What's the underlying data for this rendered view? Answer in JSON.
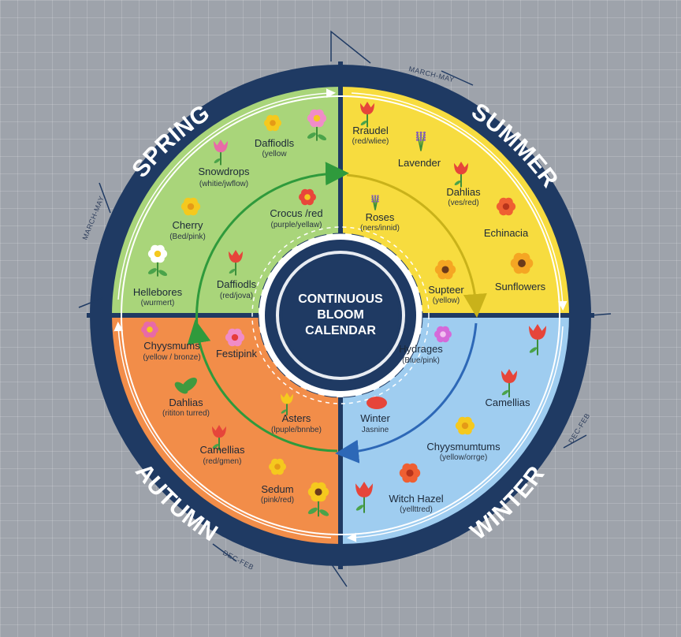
{
  "center": {
    "line1": "CONTINUOUS",
    "line2": "BLOOM",
    "line3": "CALENDAR"
  },
  "seasons": {
    "spring": "SPRING",
    "summer": "SUMMER",
    "autumn": "AUTUMN",
    "winter": "WINTER"
  },
  "month_ranges": {
    "top_right": "MARCH-MAY",
    "left": "MARCH-MAY",
    "right": "DEC-FEB",
    "bottom_left": "DEC-FEB"
  },
  "colors": {
    "spring": "#a9d57a",
    "summer": "#f7dc3f",
    "autumn": "#f28d49",
    "winter": "#9fcdf0",
    "ring": "#1f3a63",
    "center": "#1f3a63",
    "arrow_green": "#2f9a3c",
    "arrow_yellow": "#c9b21a",
    "arrow_blue": "#2d68b7"
  },
  "flowers": {
    "spring": [
      {
        "name": "Daffiodls",
        "colors": "(yellow"
      },
      {
        "name": "Snowdrops",
        "colors": "(whitie/jwflow)"
      },
      {
        "name": "Cherry",
        "colors": "(Bed/pink)"
      },
      {
        "name": "Hellebores",
        "colors": "(wurmert)"
      },
      {
        "name": "Crocus /red",
        "colors": "(purple/yellaw)"
      },
      {
        "name": "Daffiodls",
        "colors": "(red/jova)"
      }
    ],
    "summer": [
      {
        "name": "Rraudel",
        "colors": "(red/wliee)"
      },
      {
        "name": "Lavender",
        "colors": ""
      },
      {
        "name": "Dahlias",
        "colors": "(ves/red)"
      },
      {
        "name": "Roses",
        "colors": "(ners/innid)"
      },
      {
        "name": "Echinacia",
        "colors": ""
      },
      {
        "name": "Sunflowers",
        "colors": ""
      },
      {
        "name": "Supteer",
        "colors": "(yellow)"
      }
    ],
    "autumn": [
      {
        "name": "Chyysmums",
        "colors": "(yellow / bronze)"
      },
      {
        "name": "Festipink",
        "colors": ""
      },
      {
        "name": "Dahlias",
        "colors": "(rititon turred)"
      },
      {
        "name": "Asters",
        "colors": "(lpuple/bnnbe)"
      },
      {
        "name": "Camellias",
        "colors": "(red/gmen)"
      },
      {
        "name": "Sedum",
        "colors": "(pink/red)"
      }
    ],
    "winter": [
      {
        "name": "Hydrages",
        "colors": "(Blue/pink)"
      },
      {
        "name": "Camellias",
        "colors": ""
      },
      {
        "name": "Winter",
        "colors": "Jasnine"
      },
      {
        "name": "Chyysmumtums",
        "colors": "(yellow/orrge)"
      },
      {
        "name": "Witch Hazel",
        "colors": "(yellttred)"
      }
    ]
  }
}
